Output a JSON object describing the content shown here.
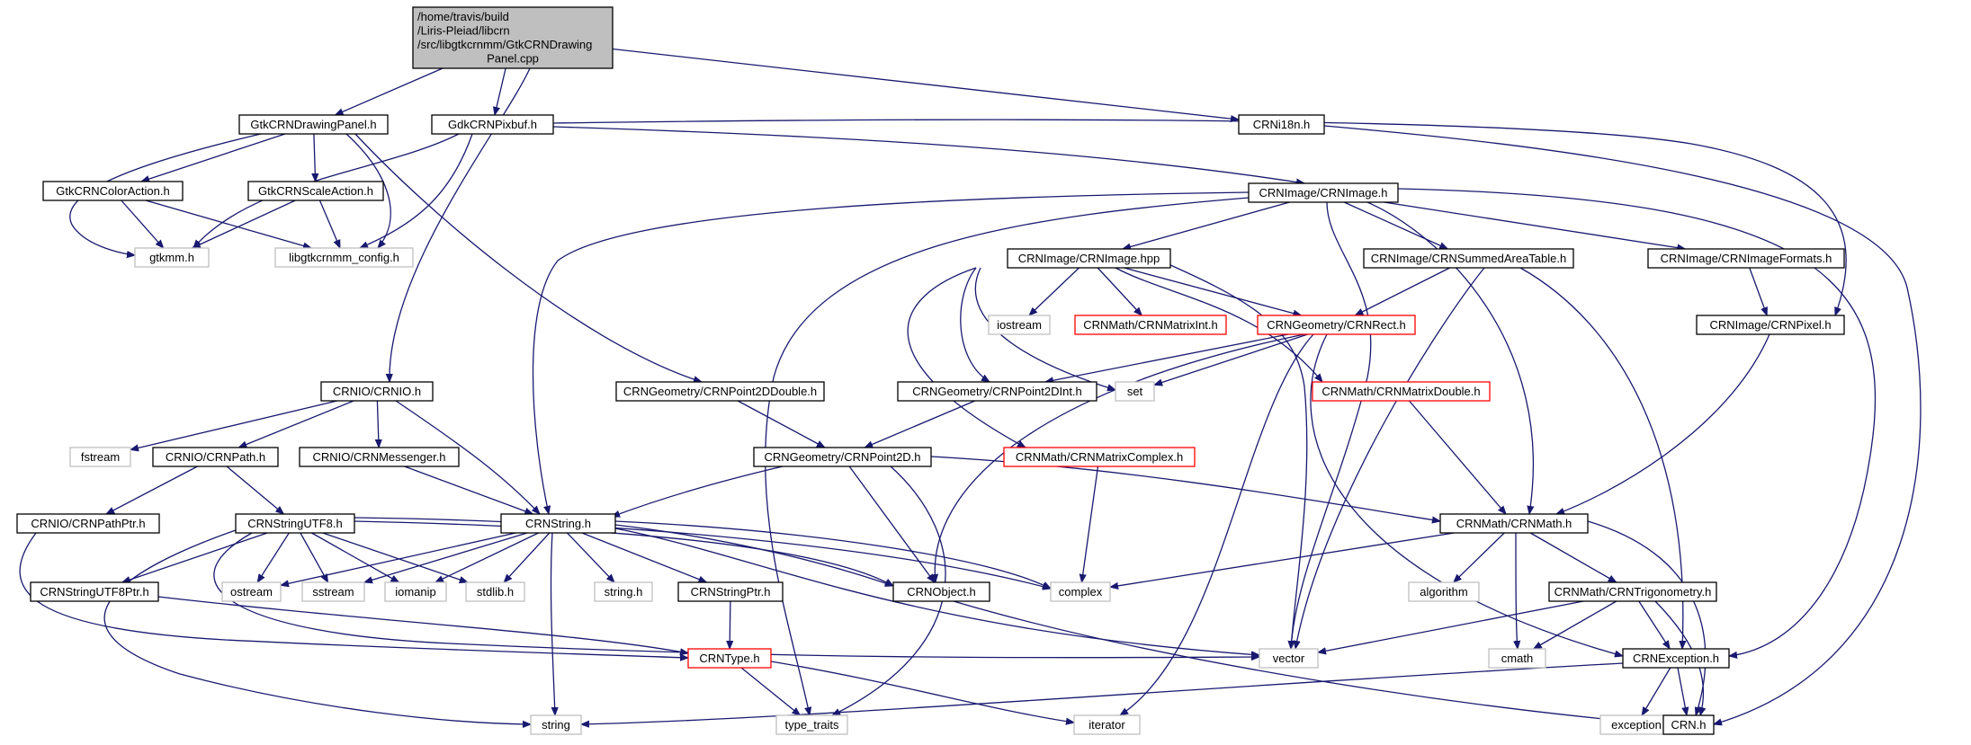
{
  "diagram": {
    "nodes": {
      "root": {
        "lines": [
          "/home/travis/build",
          "/Liris-Pleiad/libcrn",
          "/src/libgtkcrnmm/GtkCRNDrawing",
          "Panel.cpp"
        ],
        "style": "root"
      },
      "GtkCRNDrawingPanel": {
        "lines": [
          "GtkCRNDrawingPanel.h"
        ],
        "style": "normal"
      },
      "GdkCRNPixbuf": {
        "lines": [
          "GdkCRNPixbuf.h"
        ],
        "style": "normal"
      },
      "CRNi18n": {
        "lines": [
          "CRNi18n.h"
        ],
        "style": "normal"
      },
      "GtkCRNColorAction": {
        "lines": [
          "GtkCRNColorAction.h"
        ],
        "style": "normal"
      },
      "GtkCRNScaleAction": {
        "lines": [
          "GtkCRNScaleAction.h"
        ],
        "style": "normal"
      },
      "gtkmm": {
        "lines": [
          "gtkmm.h"
        ],
        "style": "external"
      },
      "libgtkcrnmm_config": {
        "lines": [
          "libgtkcrnmm_config.h"
        ],
        "style": "external"
      },
      "CRNImage_h": {
        "lines": [
          "CRNImage/CRNImage.h"
        ],
        "style": "normal"
      },
      "CRNImage_hpp": {
        "lines": [
          "CRNImage/CRNImage.hpp"
        ],
        "style": "normal"
      },
      "CRNSummedAreaTable": {
        "lines": [
          "CRNImage/CRNSummedAreaTable.h"
        ],
        "style": "normal"
      },
      "CRNImageFormats": {
        "lines": [
          "CRNImage/CRNImageFormats.h"
        ],
        "style": "normal"
      },
      "iostream": {
        "lines": [
          "iostream"
        ],
        "style": "external"
      },
      "CRNMatrixInt": {
        "lines": [
          "CRNMath/CRNMatrixInt.h"
        ],
        "style": "red"
      },
      "CRNRect": {
        "lines": [
          "CRNGeometry/CRNRect.h"
        ],
        "style": "red"
      },
      "CRNPixel": {
        "lines": [
          "CRNImage/CRNPixel.h"
        ],
        "style": "normal"
      },
      "CRNIO": {
        "lines": [
          "CRNIO/CRNIO.h"
        ],
        "style": "normal"
      },
      "CRNPoint2DDouble": {
        "lines": [
          "CRNGeometry/CRNPoint2DDouble.h"
        ],
        "style": "normal"
      },
      "CRNPoint2DInt": {
        "lines": [
          "CRNGeometry/CRNPoint2DInt.h"
        ],
        "style": "normal"
      },
      "set": {
        "lines": [
          "set"
        ],
        "style": "external"
      },
      "CRNMatrixDouble": {
        "lines": [
          "CRNMath/CRNMatrixDouble.h"
        ],
        "style": "red"
      },
      "fstream": {
        "lines": [
          "fstream"
        ],
        "style": "external"
      },
      "CRNPath": {
        "lines": [
          "CRNIO/CRNPath.h"
        ],
        "style": "normal"
      },
      "CRNMessenger": {
        "lines": [
          "CRNIO/CRNMessenger.h"
        ],
        "style": "normal"
      },
      "CRNPoint2D": {
        "lines": [
          "CRNGeometry/CRNPoint2D.h"
        ],
        "style": "normal"
      },
      "CRNMatrixComplex": {
        "lines": [
          "CRNMath/CRNMatrixComplex.h"
        ],
        "style": "red"
      },
      "CRNPathPtr": {
        "lines": [
          "CRNIO/CRNPathPtr.h"
        ],
        "style": "normal"
      },
      "CRNStringUTF8": {
        "lines": [
          "CRNStringUTF8.h"
        ],
        "style": "normal"
      },
      "CRNString": {
        "lines": [
          "CRNString.h"
        ],
        "style": "normal"
      },
      "CRNMath": {
        "lines": [
          "CRNMath/CRNMath.h"
        ],
        "style": "normal"
      },
      "CRNStringUTF8Ptr": {
        "lines": [
          "CRNStringUTF8Ptr.h"
        ],
        "style": "normal"
      },
      "ostream": {
        "lines": [
          "ostream"
        ],
        "style": "external"
      },
      "sstream": {
        "lines": [
          "sstream"
        ],
        "style": "external"
      },
      "iomanip": {
        "lines": [
          "iomanip"
        ],
        "style": "external"
      },
      "stdlib": {
        "lines": [
          "stdlib.h"
        ],
        "style": "external"
      },
      "string_h": {
        "lines": [
          "string.h"
        ],
        "style": "external"
      },
      "CRNStringPtr": {
        "lines": [
          "CRNStringPtr.h"
        ],
        "style": "normal"
      },
      "CRNObject": {
        "lines": [
          "CRNObject.h"
        ],
        "style": "normal"
      },
      "complex": {
        "lines": [
          "complex"
        ],
        "style": "external"
      },
      "algorithm": {
        "lines": [
          "algorithm"
        ],
        "style": "external"
      },
      "CRNTrigonometry": {
        "lines": [
          "CRNMath/CRNTrigonometry.h"
        ],
        "style": "normal"
      },
      "CRNType": {
        "lines": [
          "CRNType.h"
        ],
        "style": "red"
      },
      "vector": {
        "lines": [
          "vector"
        ],
        "style": "external"
      },
      "cmath": {
        "lines": [
          "cmath"
        ],
        "style": "external"
      },
      "CRNException": {
        "lines": [
          "CRNException.h"
        ],
        "style": "normal"
      },
      "string": {
        "lines": [
          "string"
        ],
        "style": "external"
      },
      "type_traits": {
        "lines": [
          "type_traits"
        ],
        "style": "external"
      },
      "iterator": {
        "lines": [
          "iterator"
        ],
        "style": "external"
      },
      "exception": {
        "lines": [
          "exception"
        ],
        "style": "external"
      },
      "CRN_h": {
        "lines": [
          "CRN.h"
        ],
        "style": "normal"
      }
    },
    "edges": [
      [
        "root",
        "GtkCRNDrawingPanel"
      ],
      [
        "root",
        "GdkCRNPixbuf"
      ],
      [
        "root",
        "CRNi18n"
      ],
      [
        "root",
        "CRNIO"
      ],
      [
        "GtkCRNDrawingPanel",
        "GtkCRNColorAction"
      ],
      [
        "GtkCRNDrawingPanel",
        "GtkCRNScaleAction"
      ],
      [
        "GtkCRNDrawingPanel",
        "gtkmm"
      ],
      [
        "GtkCRNDrawingPanel",
        "libgtkcrnmm_config"
      ],
      [
        "GtkCRNDrawingPanel",
        "CRNPoint2DDouble"
      ],
      [
        "GdkCRNPixbuf",
        "gtkmm"
      ],
      [
        "GdkCRNPixbuf",
        "libgtkcrnmm_config"
      ],
      [
        "GdkCRNPixbuf",
        "CRNImage_h"
      ],
      [
        "GdkCRNPixbuf",
        "CRNPixel"
      ],
      [
        "CRNi18n",
        "CRN_h"
      ],
      [
        "GtkCRNColorAction",
        "gtkmm"
      ],
      [
        "GtkCRNColorAction",
        "libgtkcrnmm_config"
      ],
      [
        "GtkCRNScaleAction",
        "gtkmm"
      ],
      [
        "GtkCRNScaleAction",
        "libgtkcrnmm_config"
      ],
      [
        "CRNImage_h",
        "CRNImage_hpp"
      ],
      [
        "CRNImage_h",
        "CRNSummedAreaTable"
      ],
      [
        "CRNImage_h",
        "CRNImageFormats"
      ],
      [
        "CRNImage_h",
        "CRNString"
      ],
      [
        "CRNImage_h",
        "CRNMath"
      ],
      [
        "CRNImage_h",
        "CRNException"
      ],
      [
        "CRNImage_h",
        "vector"
      ],
      [
        "CRNImage_h",
        "type_traits"
      ],
      [
        "CRNImage_hpp",
        "iostream"
      ],
      [
        "CRNImage_hpp",
        "CRNMatrixInt"
      ],
      [
        "CRNImage_hpp",
        "CRNRect"
      ],
      [
        "CRNImage_hpp",
        "CRNPoint2DInt"
      ],
      [
        "CRNImage_hpp",
        "set"
      ],
      [
        "CRNImage_hpp",
        "CRNMatrixDouble"
      ],
      [
        "CRNImage_hpp",
        "CRNMatrixComplex"
      ],
      [
        "CRNImage_hpp",
        "vector"
      ],
      [
        "CRNSummedAreaTable",
        "CRNRect"
      ],
      [
        "CRNSummedAreaTable",
        "vector"
      ],
      [
        "CRNSummedAreaTable",
        "CRNException"
      ],
      [
        "CRNImageFormats",
        "CRNPixel"
      ],
      [
        "CRNPixel",
        "CRNMath"
      ],
      [
        "CRNRect",
        "set"
      ],
      [
        "CRNRect",
        "CRNPoint2DInt"
      ],
      [
        "CRNRect",
        "CRNObject"
      ],
      [
        "CRNRect",
        "iterator"
      ],
      [
        "CRNRect",
        "CRNException"
      ],
      [
        "CRNPoint2DDouble",
        "CRNPoint2D"
      ],
      [
        "CRNPoint2DInt",
        "CRNPoint2D"
      ],
      [
        "CRNMatrixDouble",
        "CRNMath"
      ],
      [
        "CRNMatrixComplex",
        "complex"
      ],
      [
        "CRNIO",
        "fstream"
      ],
      [
        "CRNIO",
        "CRNPath"
      ],
      [
        "CRNIO",
        "CRNMessenger"
      ],
      [
        "CRNIO",
        "CRNString"
      ],
      [
        "CRNPath",
        "CRNPathPtr"
      ],
      [
        "CRNPath",
        "CRNStringUTF8"
      ],
      [
        "CRNMessenger",
        "CRNString"
      ],
      [
        "CRNPoint2D",
        "CRNString"
      ],
      [
        "CRNPoint2D",
        "CRNObject"
      ],
      [
        "CRNPoint2D",
        "CRNMath"
      ],
      [
        "CRNPoint2D",
        "type_traits"
      ],
      [
        "CRNPathPtr",
        "CRNType"
      ],
      [
        "CRNStringUTF8",
        "CRNStringUTF8Ptr"
      ],
      [
        "CRNStringUTF8",
        "ostream"
      ],
      [
        "CRNStringUTF8",
        "sstream"
      ],
      [
        "CRNStringUTF8",
        "iomanip"
      ],
      [
        "CRNStringUTF8",
        "stdlib"
      ],
      [
        "CRNStringUTF8",
        "CRNObject"
      ],
      [
        "CRNStringUTF8",
        "complex"
      ],
      [
        "CRNStringUTF8",
        "vector"
      ],
      [
        "CRNStringUTF8",
        "string"
      ],
      [
        "CRNStringUTF8Ptr",
        "CRNType"
      ],
      [
        "CRNString",
        "ostream"
      ],
      [
        "CRNString",
        "sstream"
      ],
      [
        "CRNString",
        "iomanip"
      ],
      [
        "CRNString",
        "stdlib"
      ],
      [
        "CRNString",
        "string_h"
      ],
      [
        "CRNString",
        "CRNStringPtr"
      ],
      [
        "CRNString",
        "CRNObject"
      ],
      [
        "CRNString",
        "complex"
      ],
      [
        "CRNString",
        "string"
      ],
      [
        "CRNString",
        "vector"
      ],
      [
        "CRNStringPtr",
        "CRNType"
      ],
      [
        "CRNObject",
        "CRN_h"
      ],
      [
        "CRNType",
        "type_traits"
      ],
      [
        "CRNType",
        "iterator"
      ],
      [
        "CRNMath",
        "complex"
      ],
      [
        "CRNMath",
        "algorithm"
      ],
      [
        "CRNMath",
        "CRNTrigonometry"
      ],
      [
        "CRNMath",
        "cmath"
      ],
      [
        "CRNMath",
        "CRN_h"
      ],
      [
        "CRNTrigonometry",
        "vector"
      ],
      [
        "CRNTrigonometry",
        "cmath"
      ],
      [
        "CRNTrigonometry",
        "CRNException"
      ],
      [
        "CRNTrigonometry",
        "CRN_h"
      ],
      [
        "CRNException",
        "string"
      ],
      [
        "CRNException",
        "exception"
      ],
      [
        "CRNException",
        "CRN_h"
      ]
    ]
  }
}
